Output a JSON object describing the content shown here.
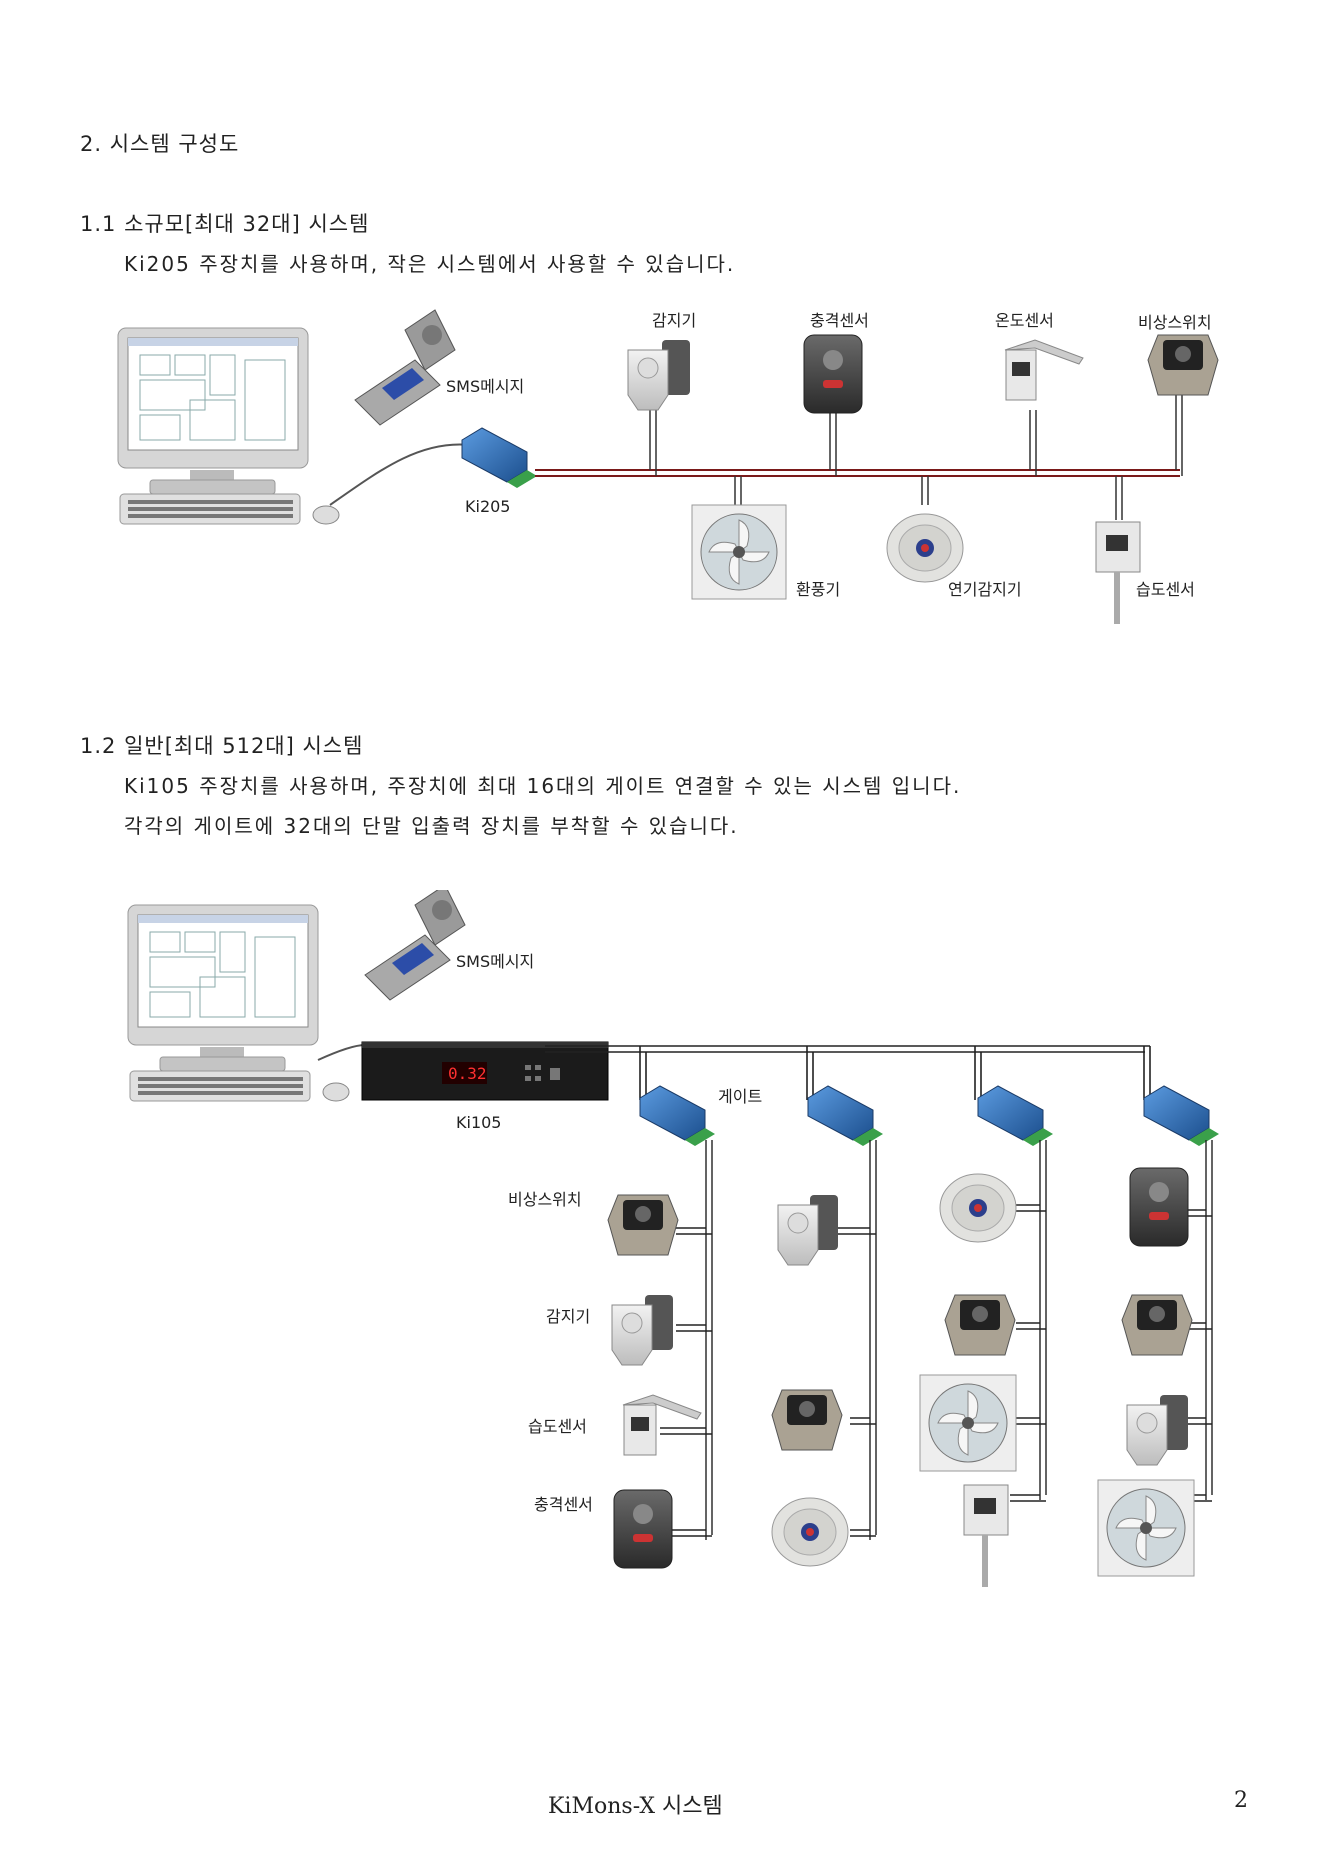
{
  "section": {
    "heading": "2. 시스템 구성도"
  },
  "small": {
    "heading": "1.1 소규모[최대 32대] 시스템",
    "desc": "Ki205 주장치를 사용하며, 작은 시스템에서 사용할 수 있습니다.",
    "labels": {
      "sms": "SMS메시지",
      "main_unit": "Ki205",
      "motion": "감지기",
      "shock": "충격센서",
      "temp": "온도센서",
      "emergency": "비상스위치",
      "fan": "환풍기",
      "smoke": "연기감지기",
      "humidity": "습도센서"
    }
  },
  "general": {
    "heading": "1.2 일반[최대 512대] 시스템",
    "desc1": "Ki105 주장치를 사용하며, 주장치에 최대 16대의 게이트 연결할 수 있는 시스템 입니다.",
    "desc2": "각각의 게이트에 32대의 단말 입출력 장치를 부착할 수 있습니다.",
    "labels": {
      "sms": "SMS메시지",
      "main_unit": "Ki105",
      "display": "0.32",
      "gate": "게이트",
      "emergency": "비상스위치",
      "motion": "감지기",
      "humidity": "습도센서",
      "shock": "충격센서"
    }
  },
  "footer": {
    "title": "KiMons-X 시스템",
    "page": "2"
  }
}
